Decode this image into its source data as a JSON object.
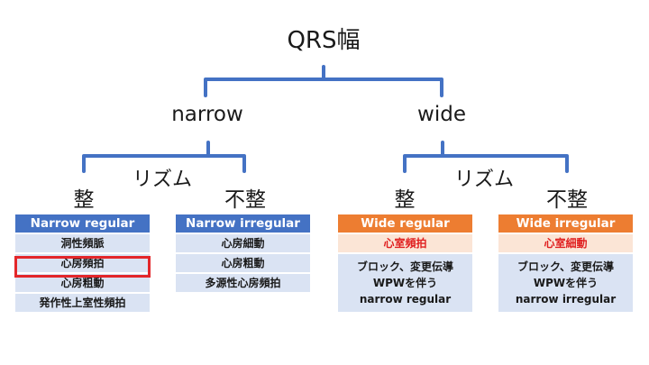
{
  "root": {
    "label": "QRS幅"
  },
  "branches": [
    {
      "label": "narrow",
      "rhythm_label": "リズム",
      "regular_label": "整",
      "irregular_label": "不整"
    },
    {
      "label": "wide",
      "rhythm_label": "リズム",
      "regular_label": "整",
      "irregular_label": "不整"
    }
  ],
  "boxes": {
    "narrow_regular": {
      "header": "Narrow regular",
      "items": [
        "洞性頻脈",
        "心房頻拍",
        "心房粗動",
        "発作性上室性頻拍"
      ],
      "highlighted": "心房頻拍"
    },
    "narrow_irregular": {
      "header": "Narrow irregular",
      "items": [
        "心房細動",
        "心房粗動",
        "多源性心房頻拍"
      ]
    },
    "wide_regular": {
      "header": "Wide regular",
      "highlight_item": "心室頻拍",
      "note_lines": [
        "ブロック、変更伝導",
        "WPWを伴う",
        "narrow regular"
      ]
    },
    "wide_irregular": {
      "header": "Wide irregular",
      "highlight_item": "心室細動",
      "note_lines": [
        "ブロック、変更伝導",
        "WPWを伴う",
        "narrow irregular"
      ]
    }
  },
  "colors": {
    "bracket": "#4472c4",
    "header_blue": "#4472c4",
    "header_orange": "#ed7d31",
    "cell_blue": "#dae3f3",
    "cell_pink": "#fbe5d6",
    "accent_red": "#e02020",
    "highlight_border": "#e3262a"
  }
}
